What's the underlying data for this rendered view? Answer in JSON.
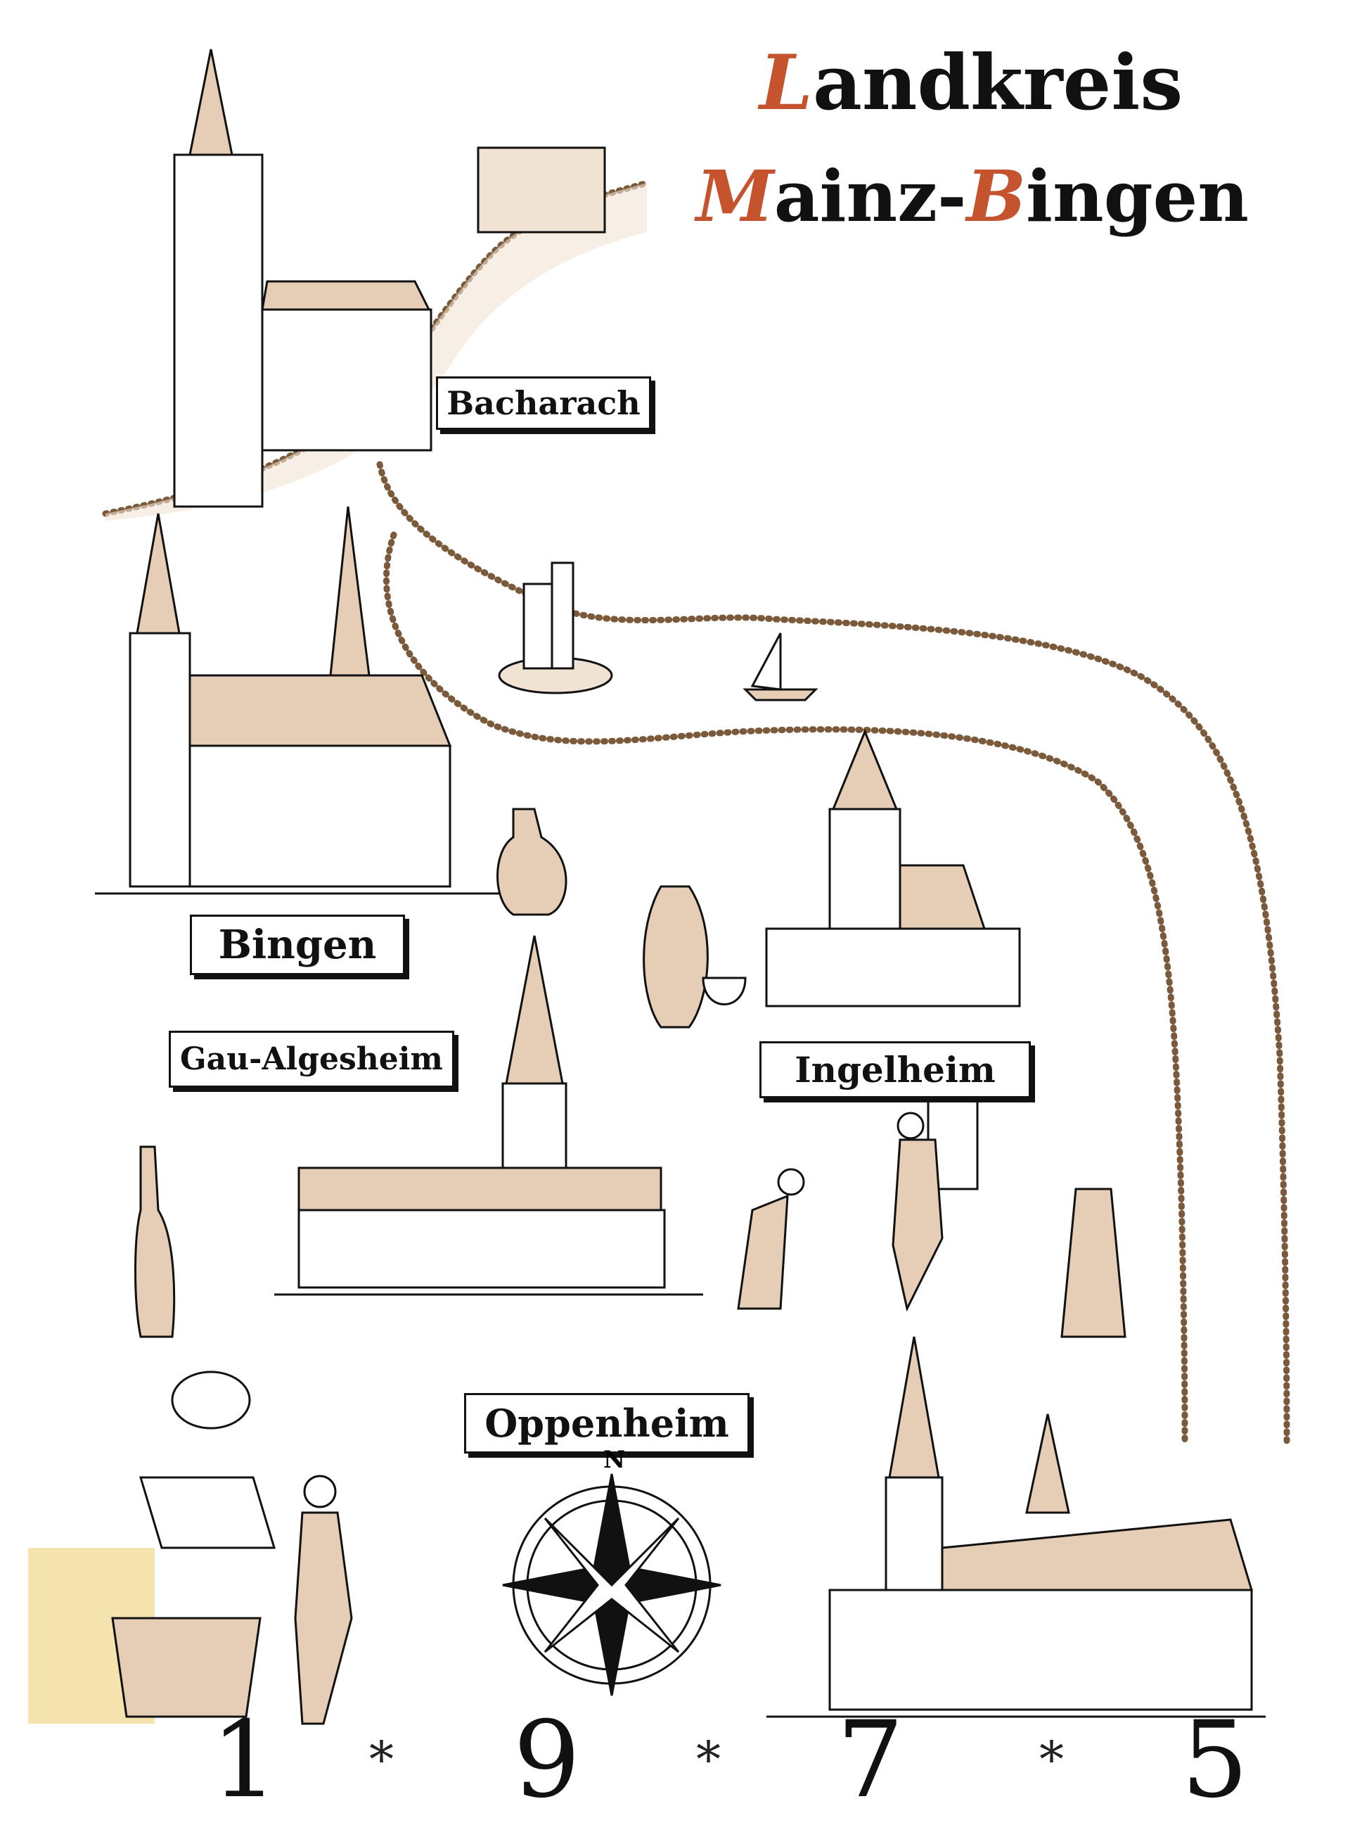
{
  "title": {
    "line1_initial": "L",
    "line1_rest": "andkreis",
    "line2_initial": "M",
    "line2_mid": "ainz-",
    "line2_initial2": "B",
    "line2_rest": "ingen"
  },
  "places": {
    "bacharach": "Bacharach",
    "bingen": "Bingen",
    "gau_algesheim": "Gau-Algesheim",
    "ingelheim": "Ingelheim",
    "oppenheim": "Oppenheim"
  },
  "compass": {
    "north": "N"
  },
  "year": {
    "d1": "1",
    "d2": "9",
    "d3": "7",
    "d4": "5",
    "separator": "*"
  },
  "colors": {
    "accent": "#c4532e",
    "wash": "#e6cdb5",
    "ink": "#111111"
  }
}
